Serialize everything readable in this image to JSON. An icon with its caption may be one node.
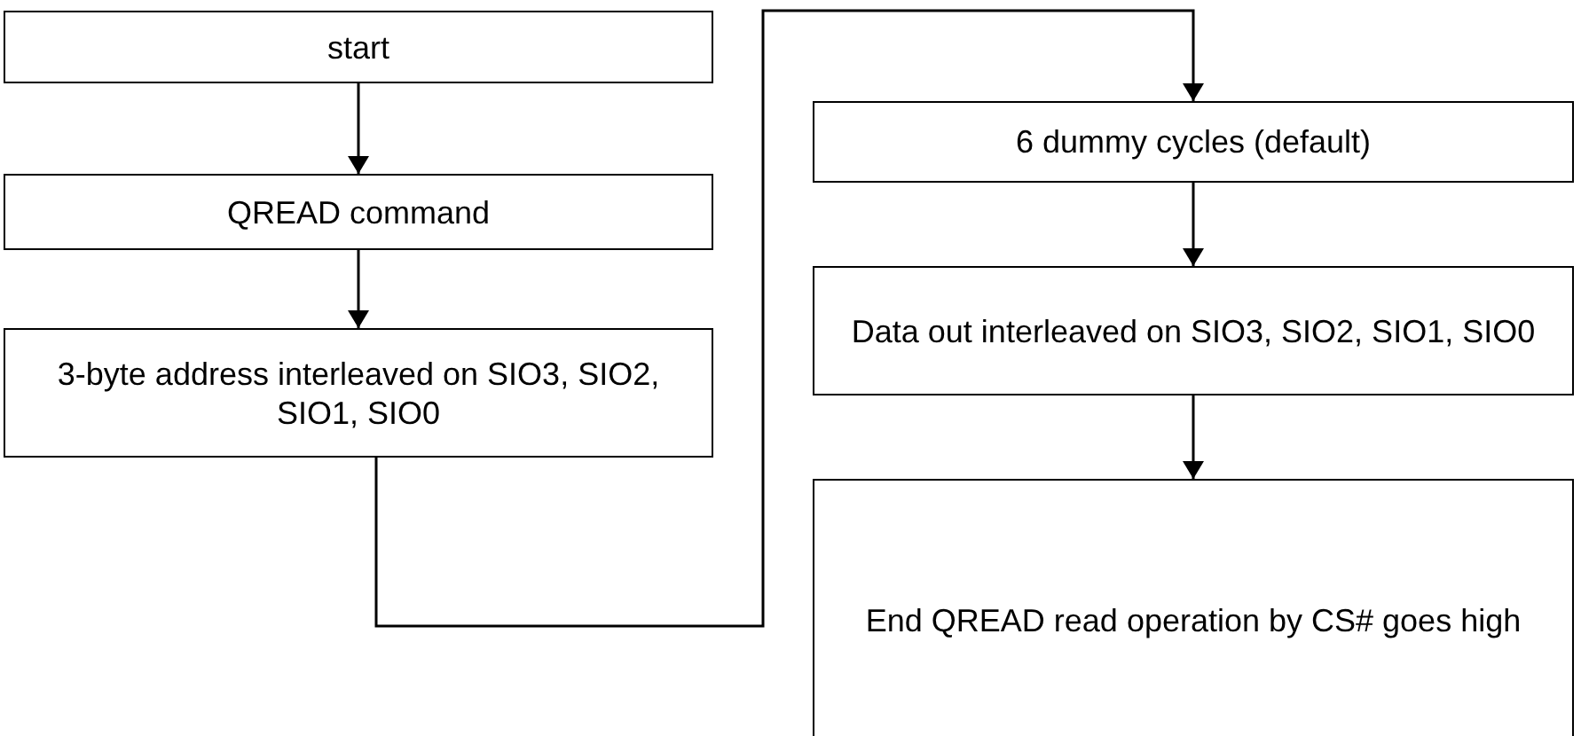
{
  "diagram": {
    "nodes": [
      {
        "text": [
          "start"
        ]
      },
      {
        "text": [
          "QREAD command"
        ]
      },
      {
        "text": [
          "3-byte address interleaved on SIO3, SIO2, SIO1, SIO0"
        ]
      },
      {
        "text": [
          "6 dummy cycles (default)"
        ]
      },
      {
        "text": [
          "Data out interleaved on SIO3, SIO2, SIO1, SIO0"
        ]
      },
      {
        "text": [
          "End QREAD read operation by CS# goes high"
        ]
      }
    ],
    "edges": [
      {
        "from": 0,
        "to": 1,
        "arrow": "to"
      },
      {
        "from": 1,
        "to": 2,
        "arrow": "to"
      },
      {
        "from": 2,
        "to": 3,
        "arrow": "to"
      },
      {
        "from": 3,
        "to": 4,
        "arrow": "to"
      },
      {
        "from": 4,
        "to": 5,
        "arrow": "to"
      }
    ]
  }
}
